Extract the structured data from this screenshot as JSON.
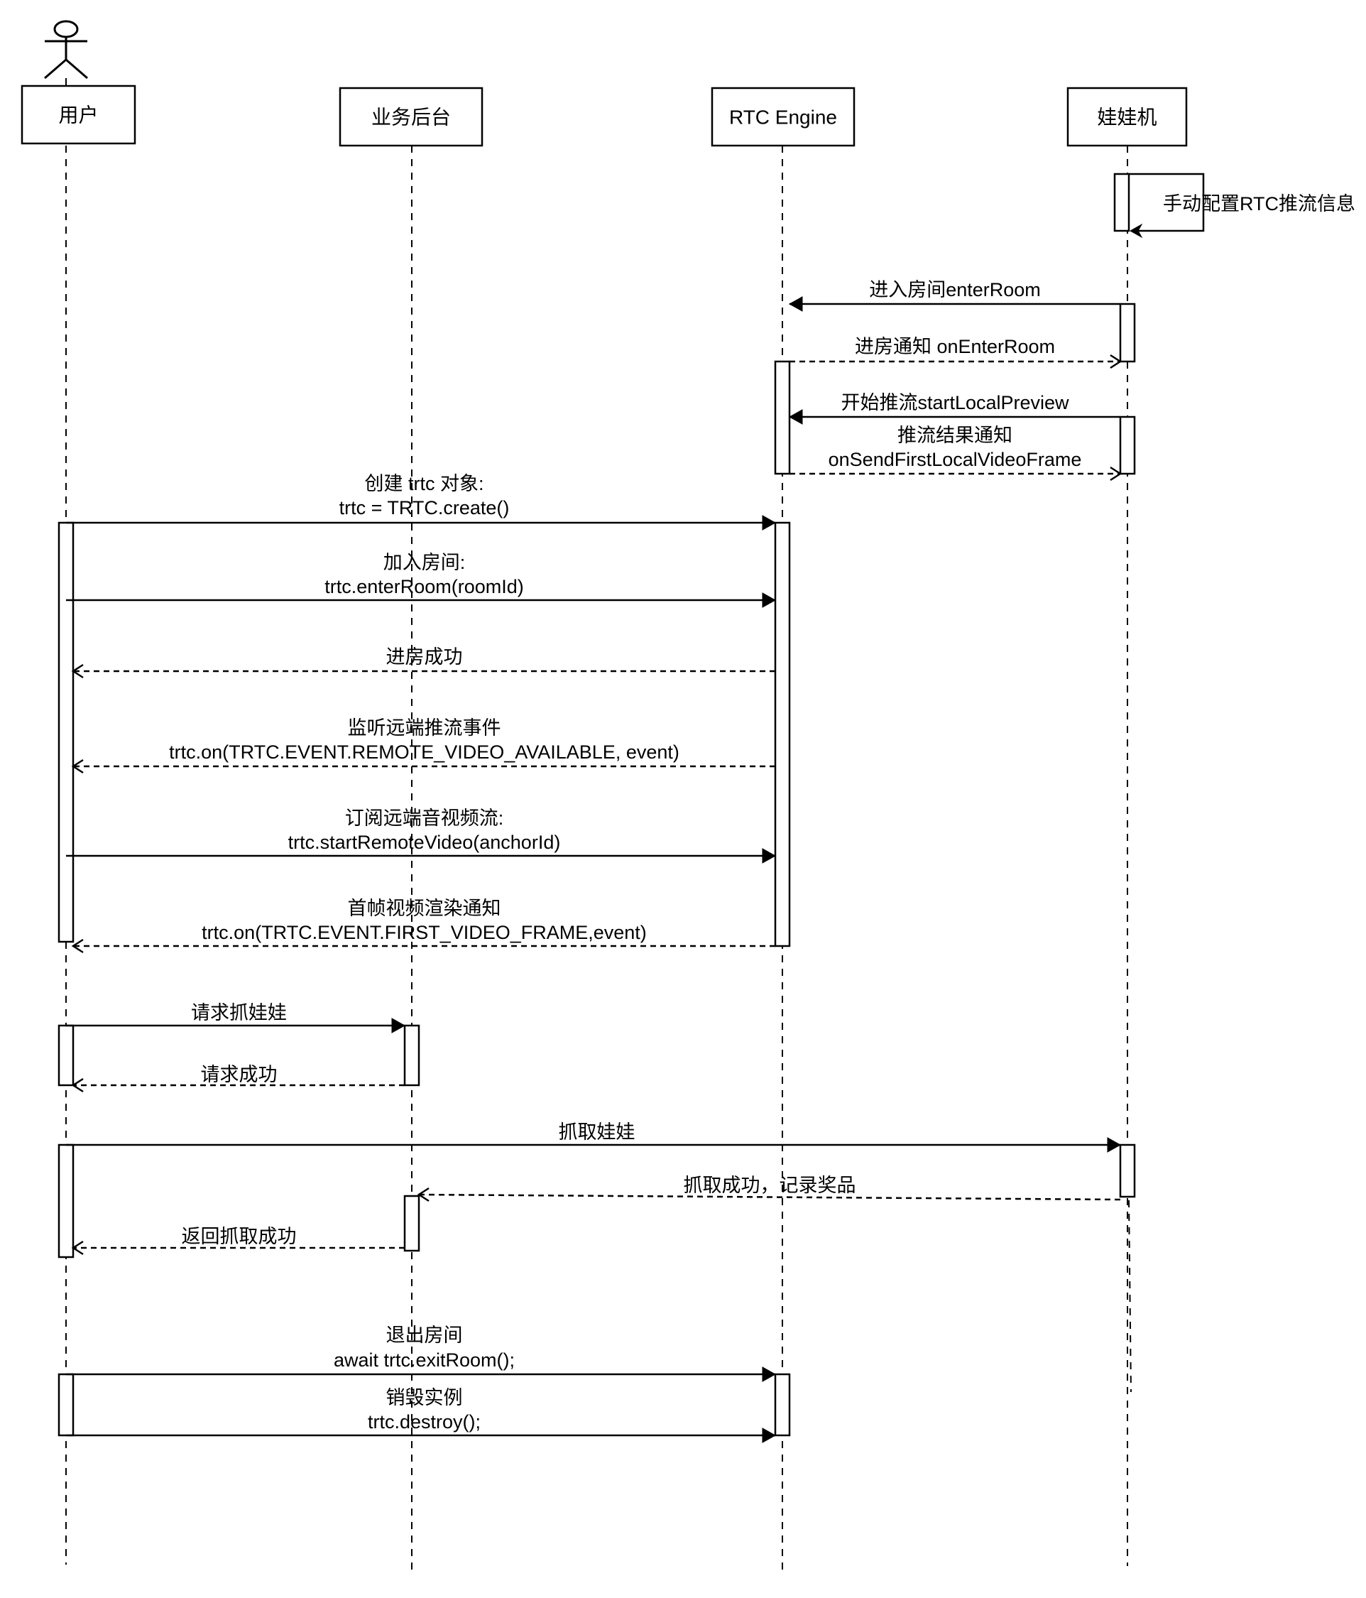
{
  "diagram": {
    "type": "sequence",
    "participants": [
      {
        "id": "user",
        "label": "用户",
        "kind": "actor"
      },
      {
        "id": "backend",
        "label": "业务后台",
        "kind": "participant"
      },
      {
        "id": "rtc",
        "label": "RTC Engine",
        "kind": "participant"
      },
      {
        "id": "doll",
        "label": "娃娃机",
        "kind": "participant"
      }
    ],
    "messages": [
      {
        "id": "m1",
        "from": "doll",
        "to": "doll",
        "style": "solid",
        "self": true,
        "lines": [
          "手动配置RTC推流信息"
        ]
      },
      {
        "id": "m2",
        "from": "doll",
        "to": "rtc",
        "style": "solid",
        "lines": [
          "进入房间enterRoom"
        ]
      },
      {
        "id": "m3",
        "from": "rtc",
        "to": "doll",
        "style": "dashed",
        "lines": [
          "进房通知 onEnterRoom"
        ]
      },
      {
        "id": "m4",
        "from": "doll",
        "to": "rtc",
        "style": "solid",
        "lines": [
          "开始推流startLocalPreview"
        ]
      },
      {
        "id": "m5",
        "from": "rtc",
        "to": "doll",
        "style": "dashed",
        "lines": [
          "推流结果通知",
          "onSendFirstLocalVideoFrame"
        ]
      },
      {
        "id": "m6",
        "from": "user",
        "to": "rtc",
        "style": "solid",
        "lines": [
          "创建 trtc 对象:",
          "trtc = TRTC.create()"
        ]
      },
      {
        "id": "m7",
        "from": "user",
        "to": "rtc",
        "style": "solid",
        "lines": [
          "加入房间:",
          "trtc.enterRoom(roomId)"
        ]
      },
      {
        "id": "m8",
        "from": "rtc",
        "to": "user",
        "style": "dashed",
        "lines": [
          "进房成功"
        ]
      },
      {
        "id": "m9",
        "from": "rtc",
        "to": "user",
        "style": "dashed",
        "lines": [
          "监听远端推流事件",
          "trtc.on(TRTC.EVENT.REMOTE_VIDEO_AVAILABLE, event)"
        ]
      },
      {
        "id": "m10",
        "from": "user",
        "to": "rtc",
        "style": "solid",
        "lines": [
          "订阅远端音视频流:",
          "trtc.startRemoteVideo(anchorId)"
        ]
      },
      {
        "id": "m11",
        "from": "rtc",
        "to": "user",
        "style": "dashed",
        "lines": [
          "首帧视频渲染通知",
          "trtc.on(TRTC.EVENT.FIRST_VIDEO_FRAME,event)"
        ]
      },
      {
        "id": "m12",
        "from": "user",
        "to": "backend",
        "style": "solid",
        "lines": [
          "请求抓娃娃"
        ]
      },
      {
        "id": "m13",
        "from": "backend",
        "to": "user",
        "style": "dashed",
        "lines": [
          "请求成功"
        ]
      },
      {
        "id": "m14",
        "from": "user",
        "to": "doll",
        "style": "solid",
        "lines": [
          "抓取娃娃"
        ]
      },
      {
        "id": "m15",
        "from": "doll",
        "to": "backend",
        "style": "dashed",
        "lines": [
          "抓取成功，记录奖品"
        ]
      },
      {
        "id": "m16",
        "from": "backend",
        "to": "user",
        "style": "dashed",
        "lines": [
          "返回抓取成功"
        ]
      },
      {
        "id": "m17",
        "from": "user",
        "to": "rtc",
        "style": "solid",
        "lines": [
          "退出房间",
          "await trtc.exitRoom();"
        ]
      },
      {
        "id": "m18",
        "from": "user",
        "to": "rtc",
        "style": "solid",
        "lines": [
          "销毁实例",
          "trtc.destroy();"
        ]
      }
    ],
    "activations": [
      {
        "participant": "doll",
        "from_message": "m1",
        "to_message": "m1"
      },
      {
        "participant": "doll",
        "from_message": "m2",
        "to_message": "m3"
      },
      {
        "participant": "rtc",
        "from_message": "m3",
        "to_message": "m5"
      },
      {
        "participant": "doll",
        "from_message": "m4",
        "to_message": "m5"
      },
      {
        "participant": "user",
        "from_message": "m6",
        "to_message": "m11"
      },
      {
        "participant": "rtc",
        "from_message": "m6",
        "to_message": "m11"
      },
      {
        "participant": "user",
        "from_message": "m12",
        "to_message": "m13"
      },
      {
        "participant": "backend",
        "from_message": "m12",
        "to_message": "m13"
      },
      {
        "participant": "user",
        "from_message": "m14",
        "to_message": "m16"
      },
      {
        "participant": "doll",
        "from_message": "m14",
        "to_message": "m15"
      },
      {
        "participant": "backend",
        "from_message": "m15",
        "to_message": "m16"
      },
      {
        "participant": "user",
        "from_message": "m17",
        "to_message": "m18"
      },
      {
        "participant": "rtc",
        "from_message": "m17",
        "to_message": "m18"
      }
    ]
  }
}
